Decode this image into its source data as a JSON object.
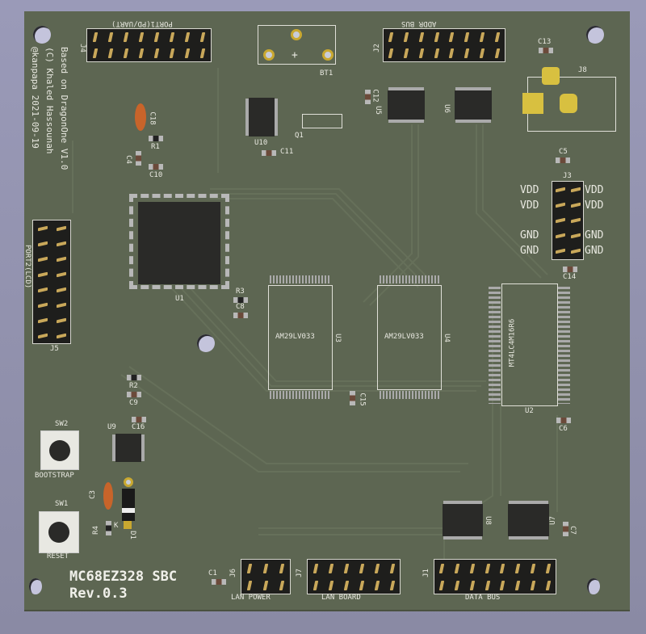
{
  "colors": {
    "board": "#5d6652",
    "silkscreen": "#e8e8e0",
    "pin_gold": "#c9a85a",
    "background": "#8c8ca6"
  },
  "credits": [
    "Based on DragonOne V1.0",
    "(C) Khaled Hassounah",
    "@kanpapa 2021-09-19"
  ],
  "title": "MC68EZ328 SBC",
  "revision": "Rev.0.3",
  "connectors": {
    "J4": {
      "ref": "J4",
      "label": "PORT1(PD/UART)"
    },
    "J2": {
      "ref": "J2",
      "label": "ADDR BUS"
    },
    "J5": {
      "ref": "J5",
      "label": "PORT2(LCD)"
    },
    "J3": {
      "ref": "J3",
      "left": [
        "VDD",
        "VDD",
        "GND",
        "GND"
      ],
      "right": [
        "VDD",
        "VDD",
        "GND",
        "GND"
      ]
    },
    "J8": {
      "ref": "J8"
    },
    "J6": {
      "ref": "J6",
      "label": "LAN POWER"
    },
    "J7": {
      "ref": "J7",
      "label": "LAN BOARD"
    },
    "J1": {
      "ref": "J1",
      "label": "DATA BUS"
    }
  },
  "chips": {
    "U1": "U1",
    "U2": "U2",
    "U2_text": "MT4LC4M16R6",
    "U3": "U3",
    "U3_text": "AM29LV033",
    "U4": "U4",
    "U4_text": "AM29LV033",
    "U5": "U5",
    "U6": "U6",
    "U7": "U7",
    "U8": "U8",
    "U9": "U9",
    "U10": "U10"
  },
  "parts": {
    "BT1": "BT1",
    "BT1_plus": "+",
    "Q1": "Q1",
    "D1": "D1",
    "D1_k": "K",
    "R1": "R1",
    "R2": "R2",
    "R3": "R3",
    "R4": "R4",
    "C1": "C1",
    "C3": "C3",
    "C4": "C4",
    "C5": "C5",
    "C6": "C6",
    "C7": "C7",
    "C8": "C8",
    "C9": "C9",
    "C10": "C10",
    "C11": "C11",
    "C12": "C12",
    "C13": "C13",
    "C14": "C14",
    "C15": "C15",
    "C16": "C16",
    "C18": "C18"
  },
  "switches": {
    "SW1": {
      "ref": "SW1",
      "label": "RESET"
    },
    "SW2": {
      "ref": "SW2",
      "label": "BOOTSTRAP"
    }
  }
}
